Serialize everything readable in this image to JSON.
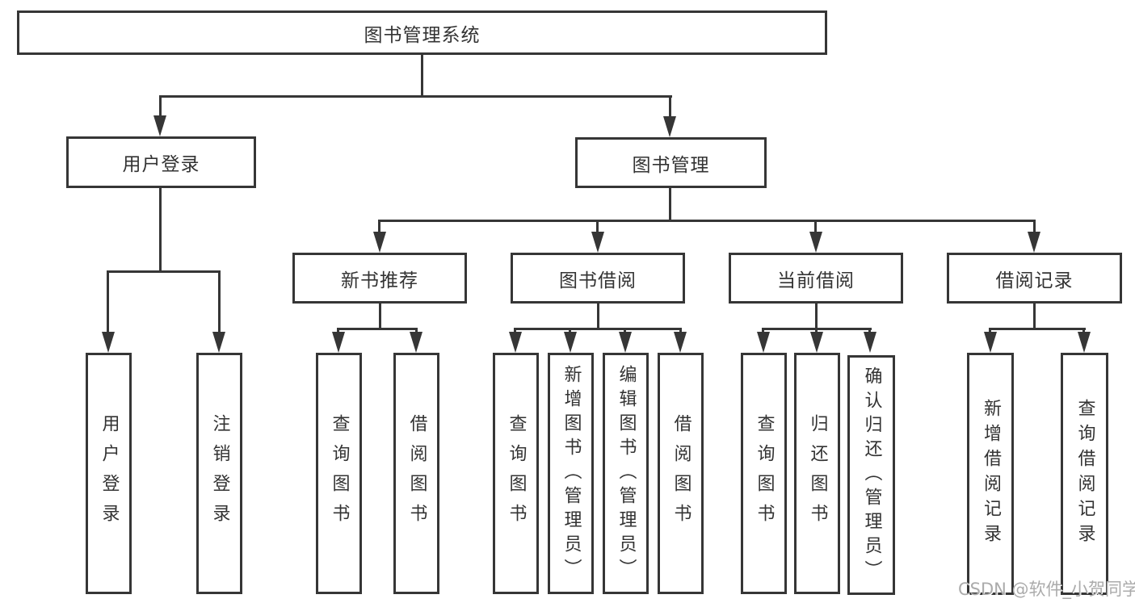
{
  "diagram_type": "hierarchy-chart",
  "colors": {
    "line": "#363636",
    "text": "#333333",
    "background": "#ffffff",
    "watermark": "#ababab"
  },
  "tree": {
    "label": "图书管理系统",
    "children": [
      {
        "label": "用户登录",
        "children": [
          {
            "label": "用户登录"
          },
          {
            "label": "注销登录"
          }
        ]
      },
      {
        "label": "图书管理",
        "children": [
          {
            "label": "新书推荐",
            "children": [
              {
                "label": "查询图书"
              },
              {
                "label": "借阅图书"
              }
            ]
          },
          {
            "label": "图书借阅",
            "children": [
              {
                "label": "查询图书"
              },
              {
                "label": "新增图书（管理员）"
              },
              {
                "label": "编辑图书（管理员）"
              },
              {
                "label": "借阅图书"
              }
            ]
          },
          {
            "label": "当前借阅",
            "children": [
              {
                "label": "查询图书"
              },
              {
                "label": "归还图书"
              },
              {
                "label": "确认归还（管理员）"
              }
            ]
          },
          {
            "label": "借阅记录",
            "children": [
              {
                "label": "新增借阅记录"
              },
              {
                "label": "查询借阅记录"
              }
            ]
          }
        ]
      }
    ]
  },
  "watermark": {
    "text": "CSDN @软件_小贺同学"
  }
}
